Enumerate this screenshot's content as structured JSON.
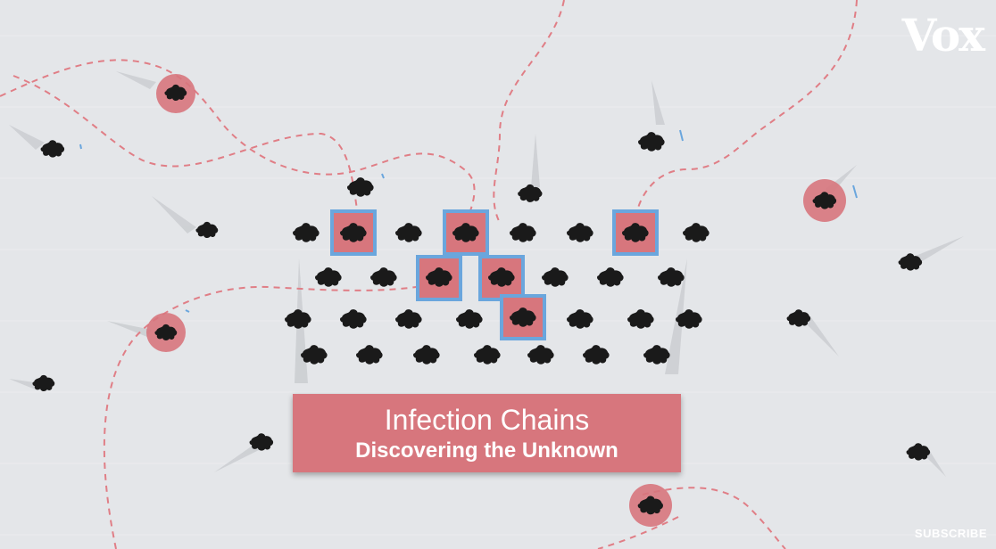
{
  "title_card": {
    "title": "Infection Chains",
    "subtitle": "Discovering the Unknown"
  },
  "branding": {
    "logo": "Vox",
    "subscribe_label": "SUBSCRIBE"
  },
  "colors": {
    "background": "#e4e6e9",
    "infection_red": "#d7767d",
    "highlight_blue": "#6aa6dd",
    "dashed_path": "#e07e86",
    "person": "#1a1a1a"
  },
  "icons": [
    "person-icon",
    "infected-person-icon",
    "contact-trace-box",
    "infection-path"
  ]
}
